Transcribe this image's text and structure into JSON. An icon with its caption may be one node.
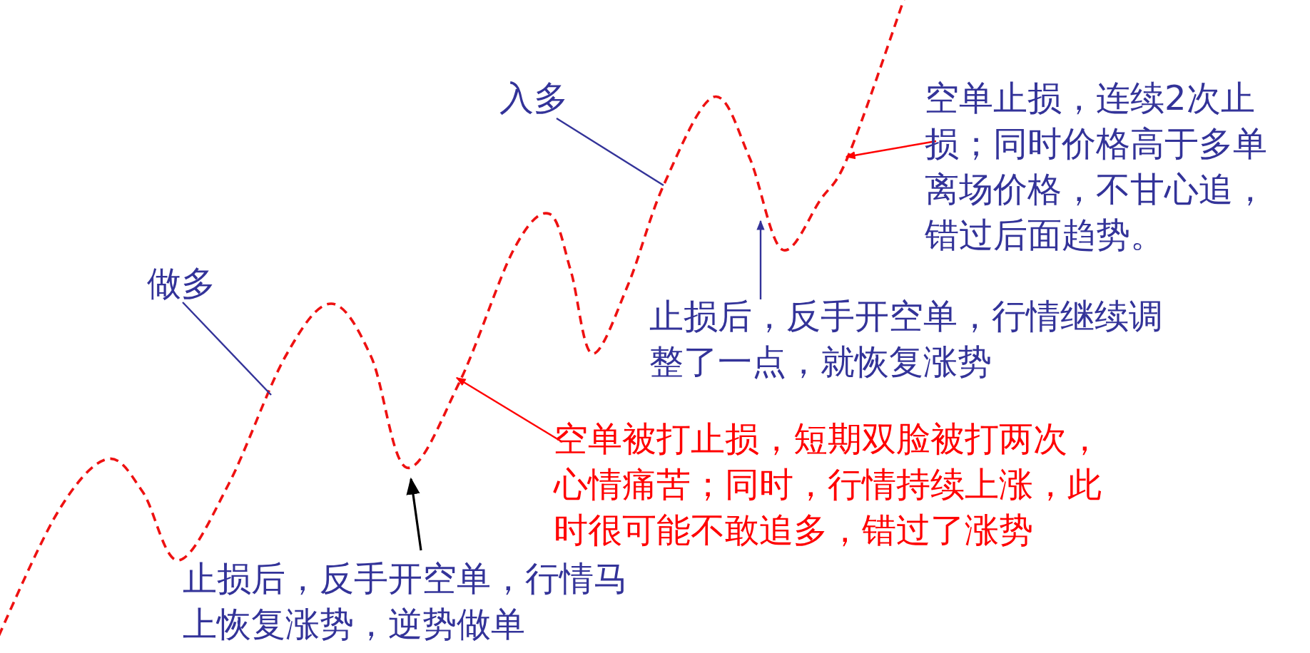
{
  "diagram": {
    "nodes": [
      {
        "text": [
          "做多"
        ]
      },
      {
        "text": [
          "入多"
        ]
      },
      {
        "text": [
          "空单止损，连续2次止损；同时价格高于多单离场价格，不甘心追，错过后面趋势。"
        ]
      },
      {
        "text": [
          "止损后，反手开空单，行情继续调整了一点，就恢复涨势"
        ]
      },
      {
        "text": [
          "空单被打止损，短期双脸被打两次，心情痛苦；同时，行情持续上涨，此时很可能不敢追多，错过了涨势"
        ]
      },
      {
        "text": [
          "止损后，反手开空单，行情马上恢复涨势，逆势做单"
        ]
      }
    ],
    "edges": [
      {
        "from": 0,
        "to": null,
        "arrow": "none",
        "color": "#333399"
      },
      {
        "from": 1,
        "to": null,
        "arrow": "none",
        "color": "#333399"
      },
      {
        "from": 2,
        "to": null,
        "arrow": "to",
        "color": "#ff0000"
      },
      {
        "from": 3,
        "to": null,
        "arrow": "to",
        "color": "#333399"
      },
      {
        "from": 4,
        "to": null,
        "arrow": "to",
        "color": "#ff0000"
      },
      {
        "from": 5,
        "to": null,
        "arrow": "to",
        "color": "#000000"
      }
    ]
  }
}
